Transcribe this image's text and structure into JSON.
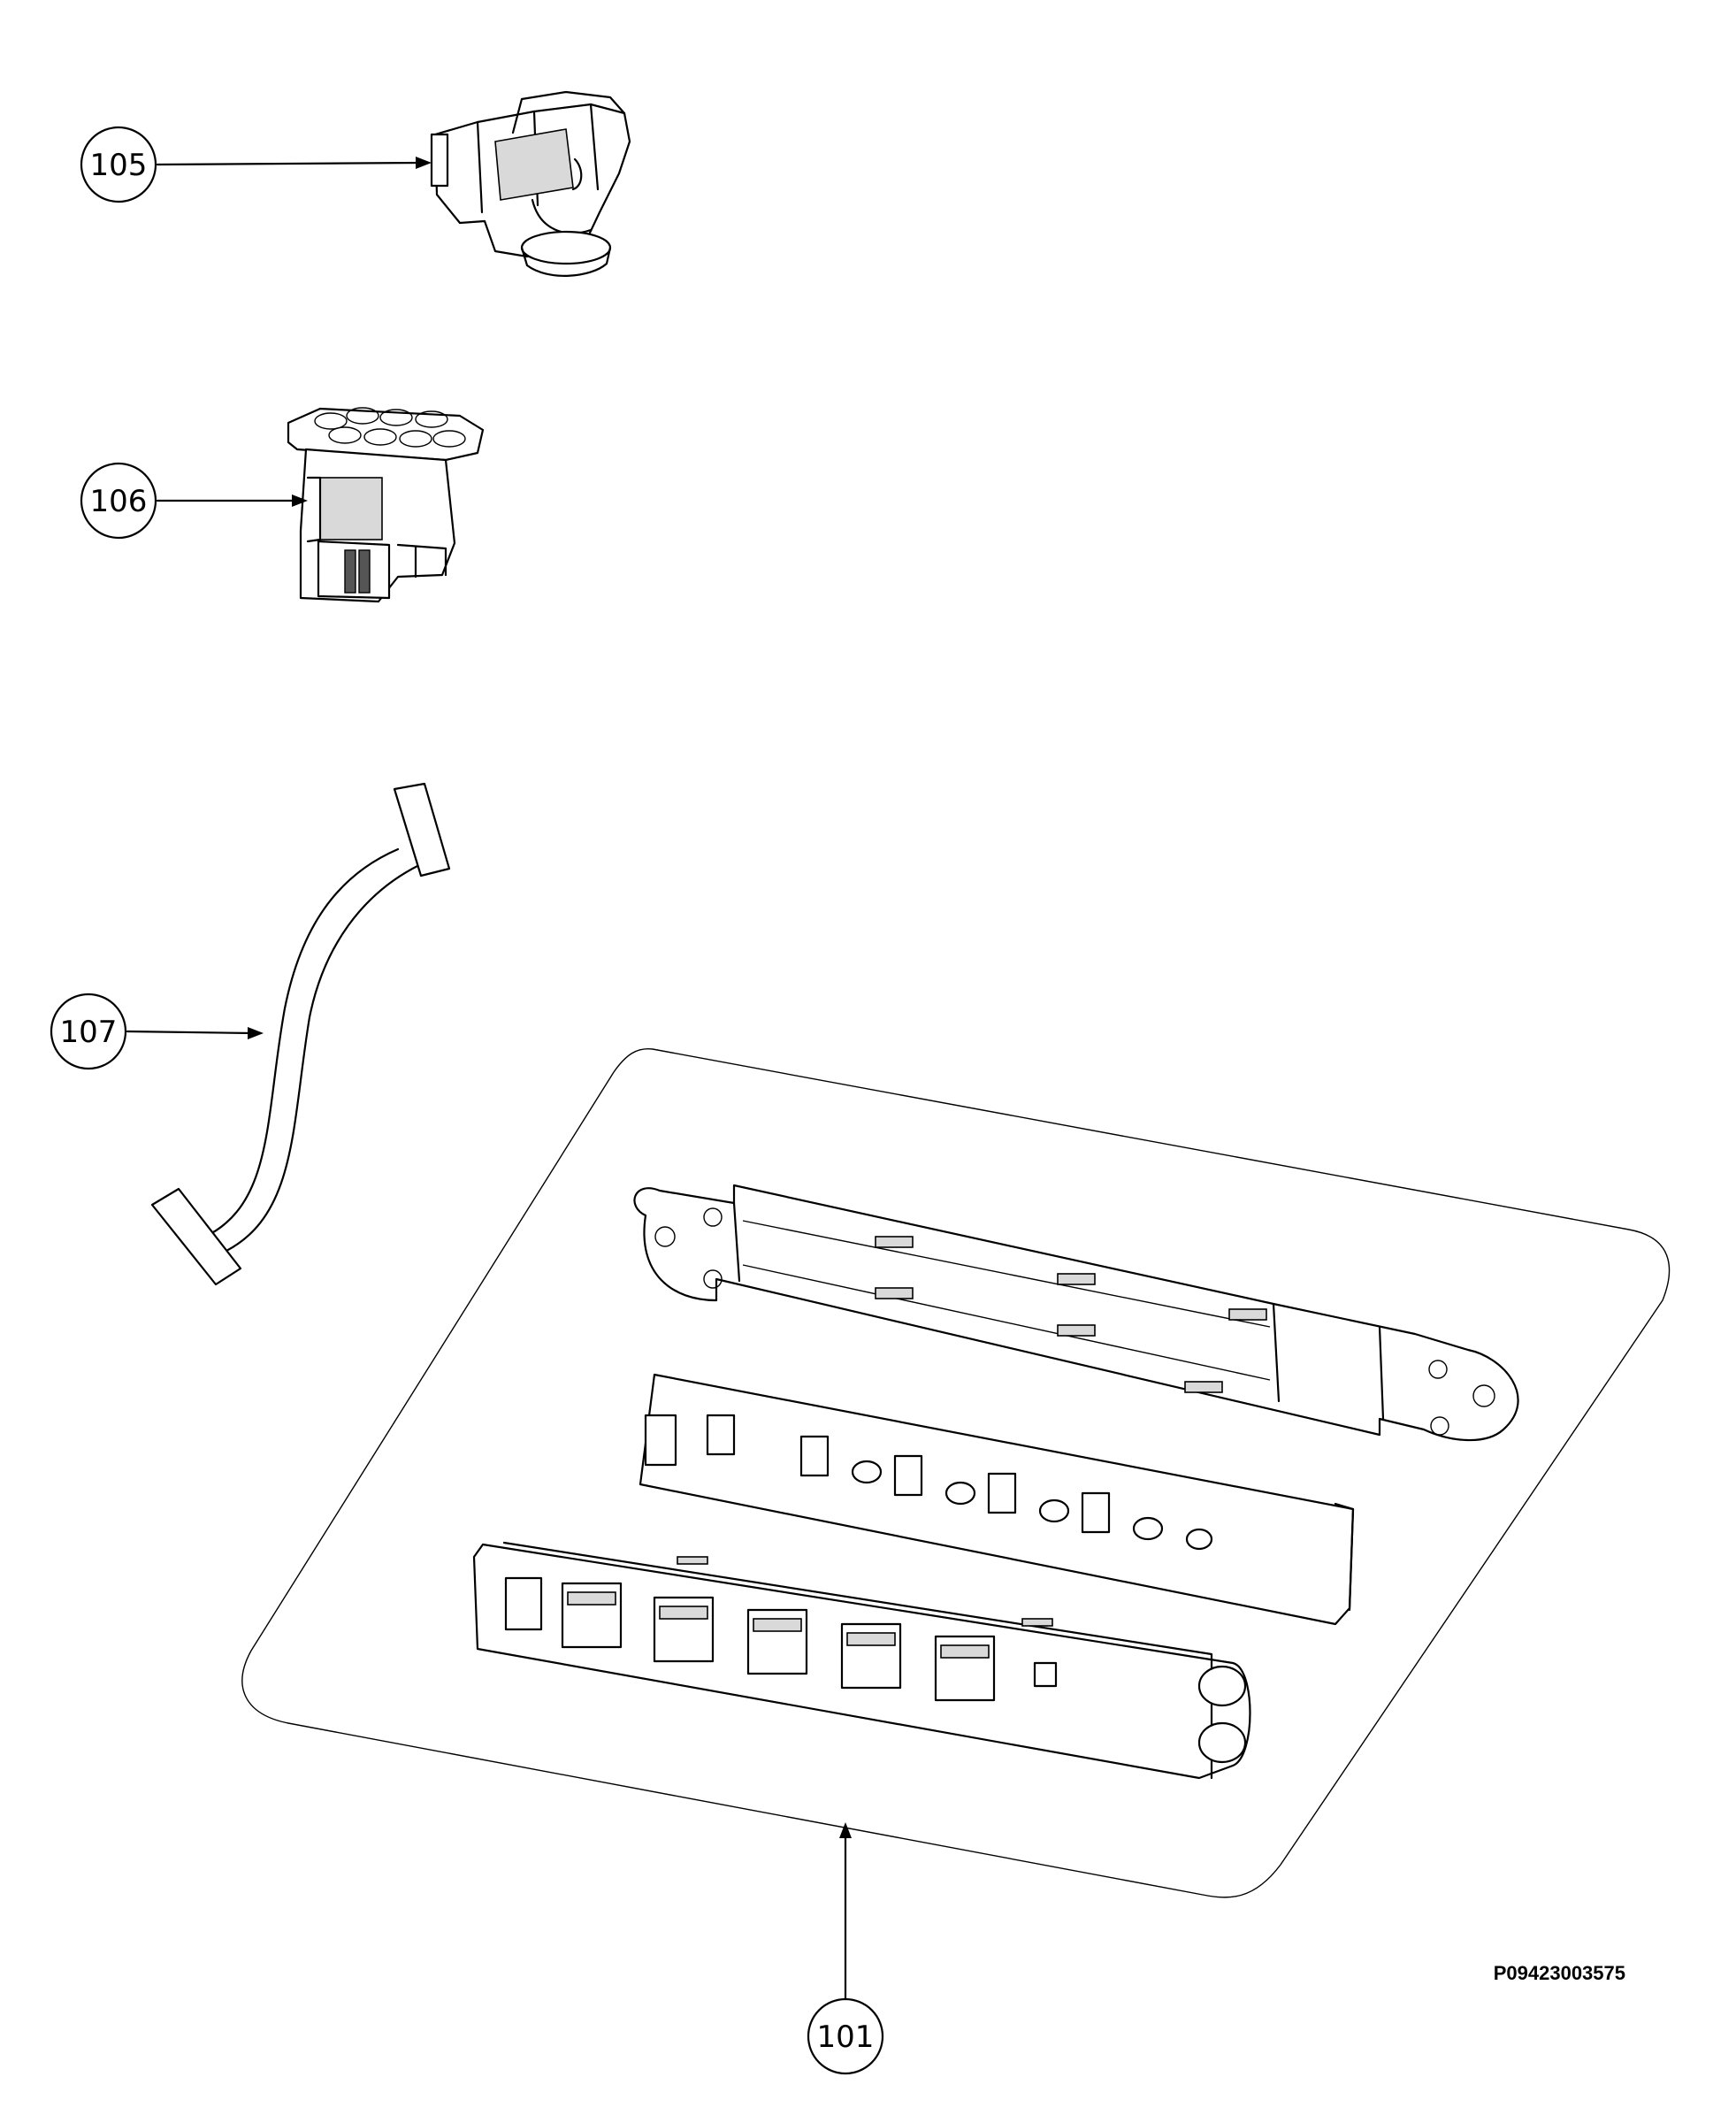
{
  "callouts": {
    "c105": "105",
    "c106": "106",
    "c107": "107",
    "c101": "101"
  },
  "reference_code": "P09423003575"
}
